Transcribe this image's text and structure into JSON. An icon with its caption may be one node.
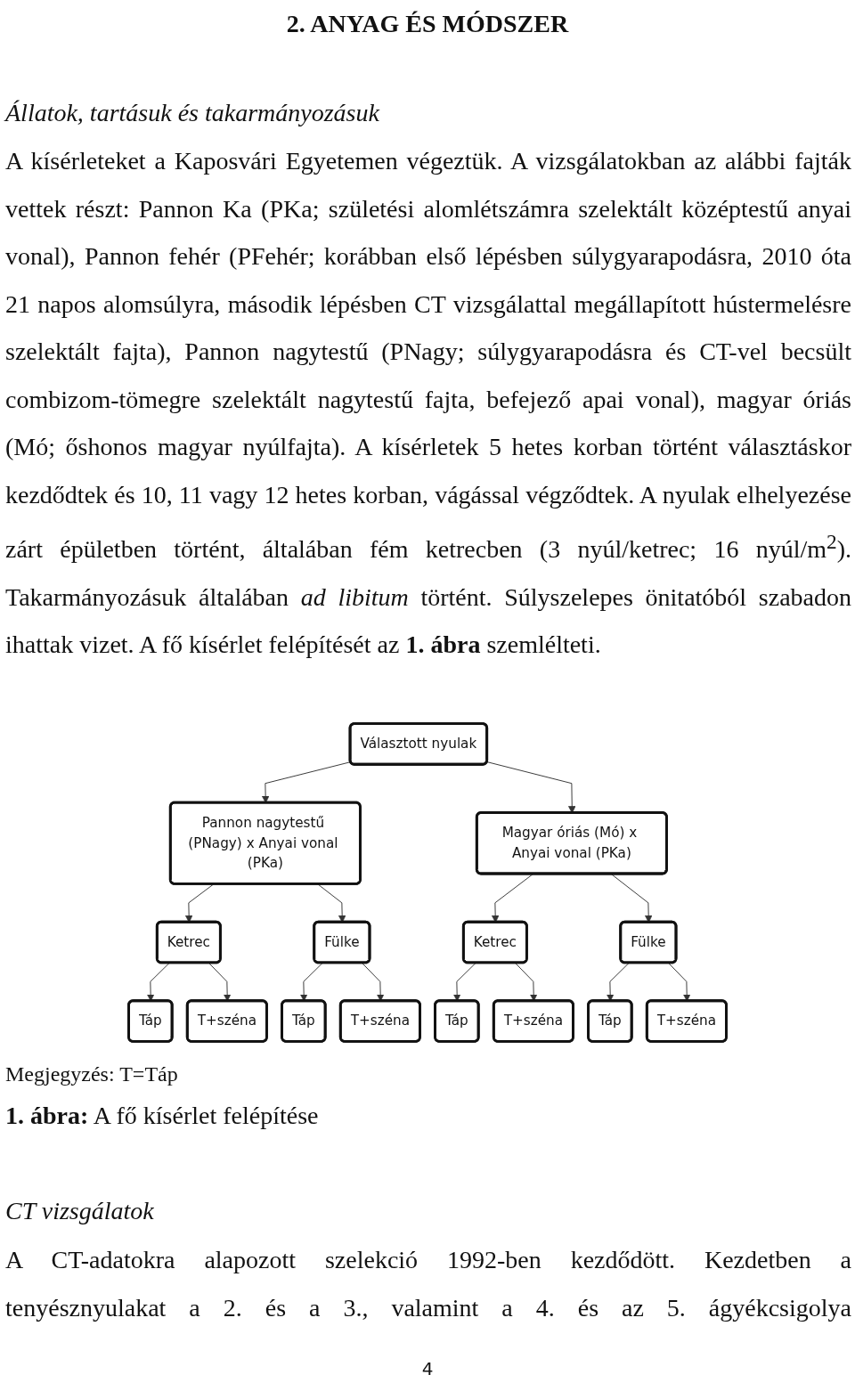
{
  "diagram": {
    "title": "2. ANYAG ÉS MÓDSZER",
    "caption": "**1. ábra:** A fő kísérlet felépítése",
    "nodes": [
      {
        "text": [
          "Választott nyulak"
        ]
      },
      {
        "text": [
          "Pannon nagytestű (PNagy) x Anyai vonal (PKa)"
        ]
      },
      {
        "text": [
          "Magyar óriás (Mó) x Anyai vonal (PKa)"
        ]
      },
      {
        "text": [
          "Ketrec"
        ]
      },
      {
        "text": [
          "Fülke"
        ]
      },
      {
        "text": [
          "Ketrec"
        ]
      },
      {
        "text": [
          "Fülke"
        ]
      },
      {
        "text": [
          "Táp"
        ]
      },
      {
        "text": [
          "T+széna"
        ]
      },
      {
        "text": [
          "Táp"
        ]
      },
      {
        "text": [
          "T+széna"
        ]
      },
      {
        "text": [
          "Táp"
        ]
      },
      {
        "text": [
          "T+széna"
        ]
      },
      {
        "text": [
          "Táp"
        ]
      },
      {
        "text": [
          "T+széna"
        ]
      }
    ],
    "edges": [
      {
        "from": 0,
        "to": 1,
        "arrow": "to"
      },
      {
        "from": 0,
        "to": 2,
        "arrow": "to"
      },
      {
        "from": 1,
        "to": 3,
        "arrow": "to"
      },
      {
        "from": 1,
        "to": 4,
        "arrow": "to"
      },
      {
        "from": 2,
        "to": 5,
        "arrow": "to"
      },
      {
        "from": 2,
        "to": 6,
        "arrow": "to"
      },
      {
        "from": 3,
        "to": 7,
        "arrow": "to"
      },
      {
        "from": 3,
        "to": 8,
        "arrow": "to"
      },
      {
        "from": 4,
        "to": 9,
        "arrow": "to"
      },
      {
        "from": 4,
        "to": 10,
        "arrow": "to"
      },
      {
        "from": 5,
        "to": 11,
        "arrow": "to"
      },
      {
        "from": 5,
        "to": 12,
        "arrow": "to"
      },
      {
        "from": 6,
        "to": 13,
        "arrow": "to"
      },
      {
        "from": 6,
        "to": 14,
        "arrow": "to"
      }
    ],
    "labels": [
      "*Állatok, tartásuk és takarmányozásuk*",
      "A kísérleteket a Kaposvári Egyetemen végeztük. A vizsgálatokban az alábbi fajták vettek részt: Pannon Ka (PKa; születési alomlétszámra szelektált középtestű anyai vonal), Pannon fehér (PFehér; korábban első lépésben súlygyarapodásra, 2010 óta 21 napos alomsúlyra, második lépésben CT vizsgálattal megállapított hústermelésre szelektált fajta), Pannon nagytestű (PNagy; súlygyarapodásra és CT-vel becsült combizom-tömegre szelektált nagytestű fajta, befejező apai vonal), magyar óriás (Mó; őshonos magyar nyúlfajta). A kísérletek 5 hetes korban történt választáskor kezdődtek és 10, 11 vagy 12 hetes korban, vágással végződtek. A nyulak elhelyezése zárt épületben történt, általában fém ketrecben (3 nyúl/ketrec; 16 nyúl/m$^{2}$). Takarmányozásuk általában *ad libitum* történt. Súlyszelepes önitatóból szabadon ihattak vizet. A fő kísérlet felépítését az **1. ábra** szemlélteti.",
      "Megjegyzés: T=Táp",
      "*CT vizsgálatok*",
      "A CT-adatokra alapozott szelekció 1992-ben kezdődött. Kezdetben a tenyésznyulakat a 2. és a 3., valamint a 4. és az 5. ágyékcsigolya",
      "4"
    ]
  }
}
